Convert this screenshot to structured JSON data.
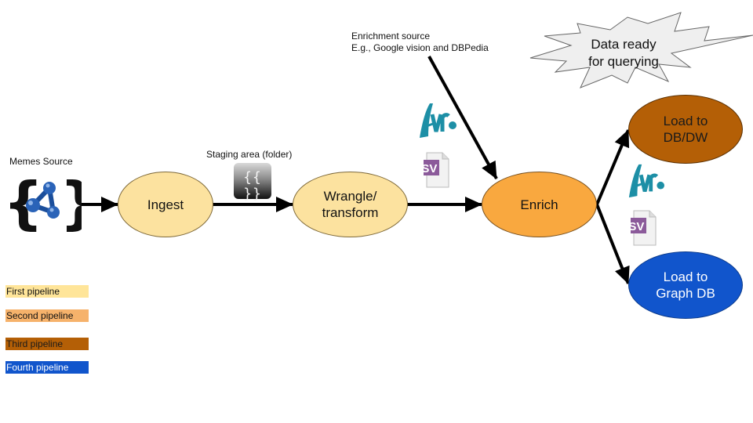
{
  "diagram": {
    "source": {
      "label": "Memes Source",
      "icon": "json-ld-icon"
    },
    "staging": {
      "label": "Staging area (folder)",
      "icon": "json-folder-icon"
    },
    "enrichment_source": {
      "line1": "Enrichment source",
      "line2": "E.g., Google vision and DBPedia"
    },
    "callout": {
      "line1": "Data ready",
      "line2": "for querying"
    },
    "nodes": [
      {
        "id": "ingest",
        "lines": [
          "Ingest"
        ],
        "fill": "#FCE29F",
        "pipeline": "First pipeline"
      },
      {
        "id": "wrangle",
        "lines": [
          "Wrangle/",
          "transform"
        ],
        "fill": "#FCE29F",
        "pipeline": "First pipeline"
      },
      {
        "id": "enrich",
        "lines": [
          "Enrich"
        ],
        "fill": "#F9A83F",
        "pipeline": "Second pipeline"
      },
      {
        "id": "load-dw",
        "lines": [
          "Load to",
          "DB/DW"
        ],
        "fill": "#B45F06",
        "pipeline": "Third pipeline"
      },
      {
        "id": "load-graph",
        "lines": [
          "Load to",
          "Graph DB"
        ],
        "fill": "#1155CC",
        "pipeline": "Fourth pipeline"
      }
    ],
    "format_icons": {
      "avro": "Avro",
      "csv": "CSV"
    }
  },
  "legend": [
    {
      "label": "First pipeline",
      "color": "#FFE599",
      "text_color": "#111111"
    },
    {
      "label": "Second pipeline",
      "color": "#F6B26B",
      "text_color": "#111111"
    },
    {
      "label": "Third pipeline",
      "color": "#B45F06",
      "text_color": "#1a1a1a"
    },
    {
      "label": "Fourth pipeline",
      "color": "#1155CC",
      "text_color": "#ffffff"
    }
  ]
}
